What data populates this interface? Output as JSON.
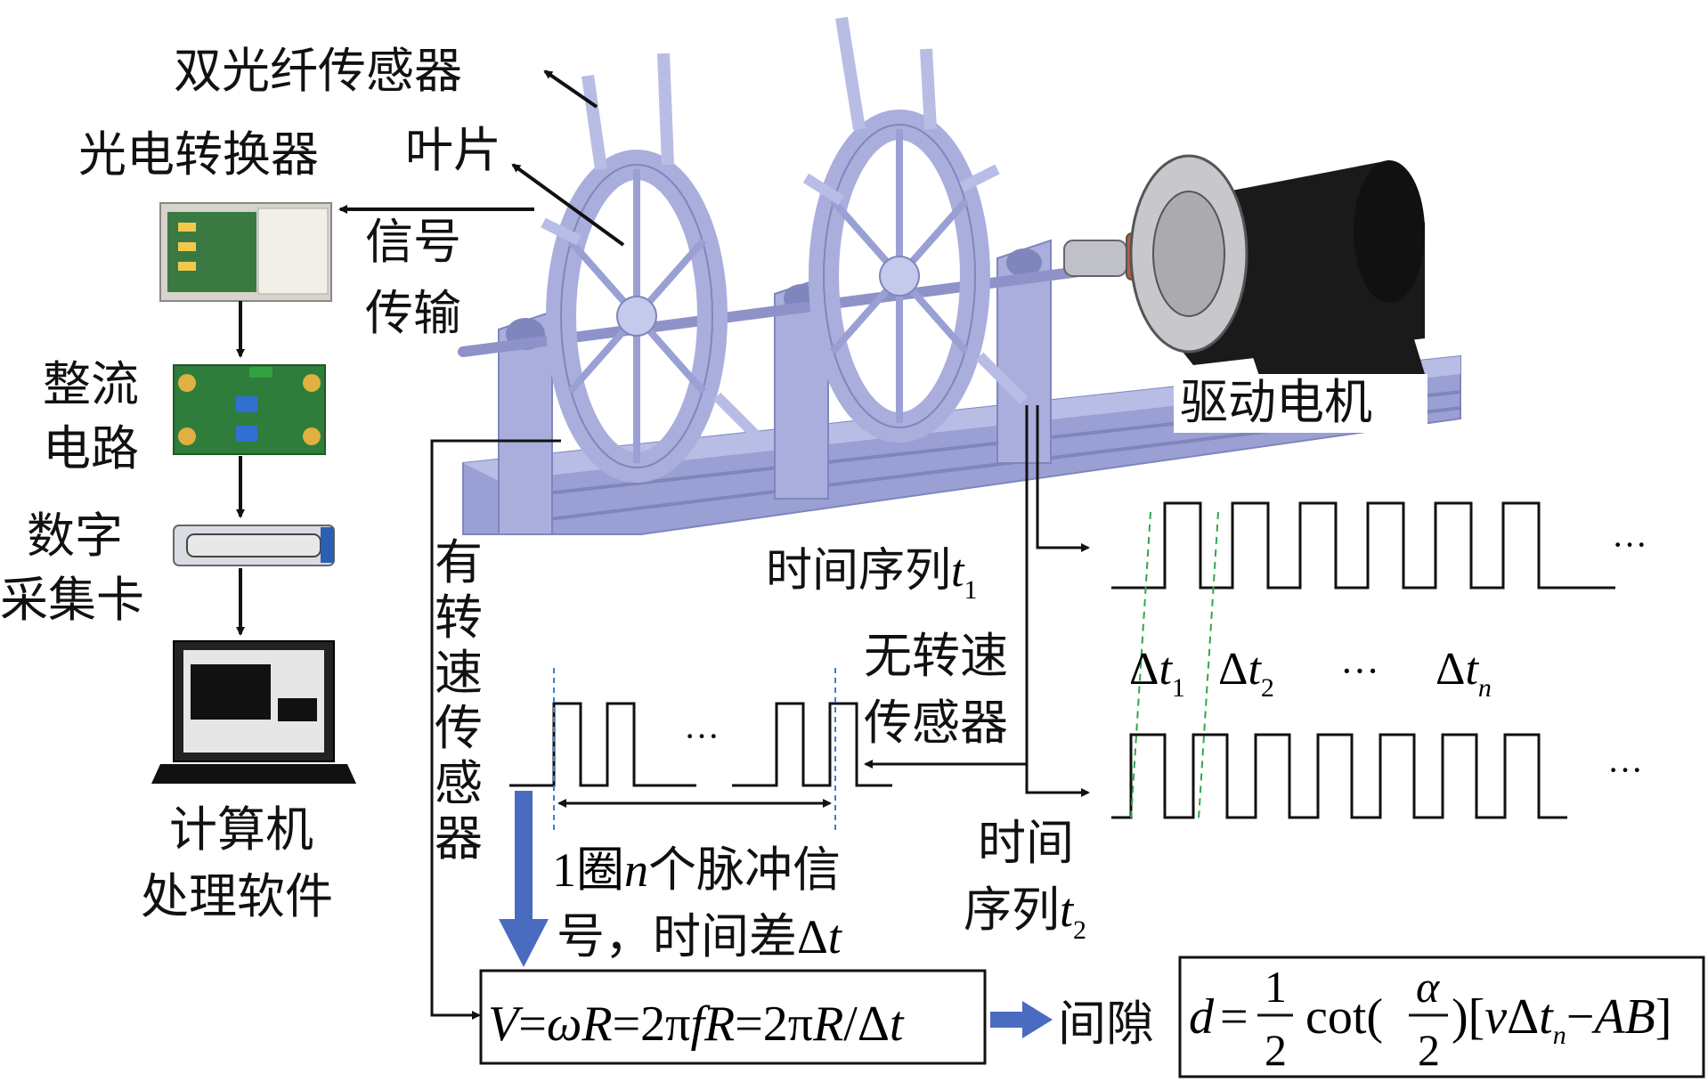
{
  "labels": {
    "dual_fiber_sensor": "双光纤传感器",
    "photoelectric_converter": "光电转换器",
    "blade": "叶片",
    "signal_transmission_1": "信号",
    "signal_transmission_2": "传输",
    "rectifier_1": "整流",
    "rectifier_2": "电路",
    "daq_1": "数字",
    "daq_2": "采集卡",
    "computer_1": "计算机",
    "computer_2": "处理软件",
    "drive_motor": "驱动电机",
    "time_series_t1": "时间序列",
    "time_series_t1_var": "t",
    "time_series_t1_sub": "1",
    "with_speed_sensor": [
      "有",
      "转",
      "速",
      "传",
      "感",
      "器"
    ],
    "no_speed_sensor_1": "无转速",
    "no_speed_sensor_2": "传感器",
    "time_series_t2_1": "时间",
    "time_series_t2_2": "序列",
    "time_series_t2_var": "t",
    "time_series_t2_sub": "2",
    "pulse_note_1a": "1圈",
    "pulse_note_1b": "n",
    "pulse_note_1c": "个脉冲信",
    "pulse_note_2a": "号，时间差",
    "pulse_note_2b": "Δ",
    "pulse_note_2c": "t",
    "ellipsis": "···",
    "gap": "间隙"
  },
  "delta_labels": [
    {
      "delta": "Δ",
      "var": "t",
      "sub": "1"
    },
    {
      "delta": "Δ",
      "var": "t",
      "sub": "2"
    },
    {
      "delta": "···",
      "var": "",
      "sub": ""
    },
    {
      "delta": "Δ",
      "var": "t",
      "sub": "n"
    }
  ],
  "formula_velocity": {
    "V": "V",
    "eq1": "=",
    "omega": "ω",
    "R1": "R",
    "eq2": "=2π",
    "f": "f",
    "R2": "R",
    "eq3": "=2π",
    "R3": "R",
    "tail": "/Δ",
    "t": "t"
  },
  "formula_gap": {
    "d": "d",
    "eq": "=",
    "num1": "1",
    "den1": "2",
    "cot": "cot(",
    "alpha": "α",
    "den2": "2",
    "close": ")[",
    "v": "v",
    "delta": "Δ",
    "t": "t",
    "tsub": "n",
    "minus": "−",
    "AB": "AB",
    "end": "]"
  },
  "colors": {
    "frame": "#a9aedc",
    "frame_dark": "#7f86bd",
    "motor": "#1a1a1a",
    "pcb": "#2f7d3a",
    "arrow_blue": "#4a6cc0",
    "dash_green": "#2fa84a",
    "dash_blue": "#3a7fd0"
  }
}
